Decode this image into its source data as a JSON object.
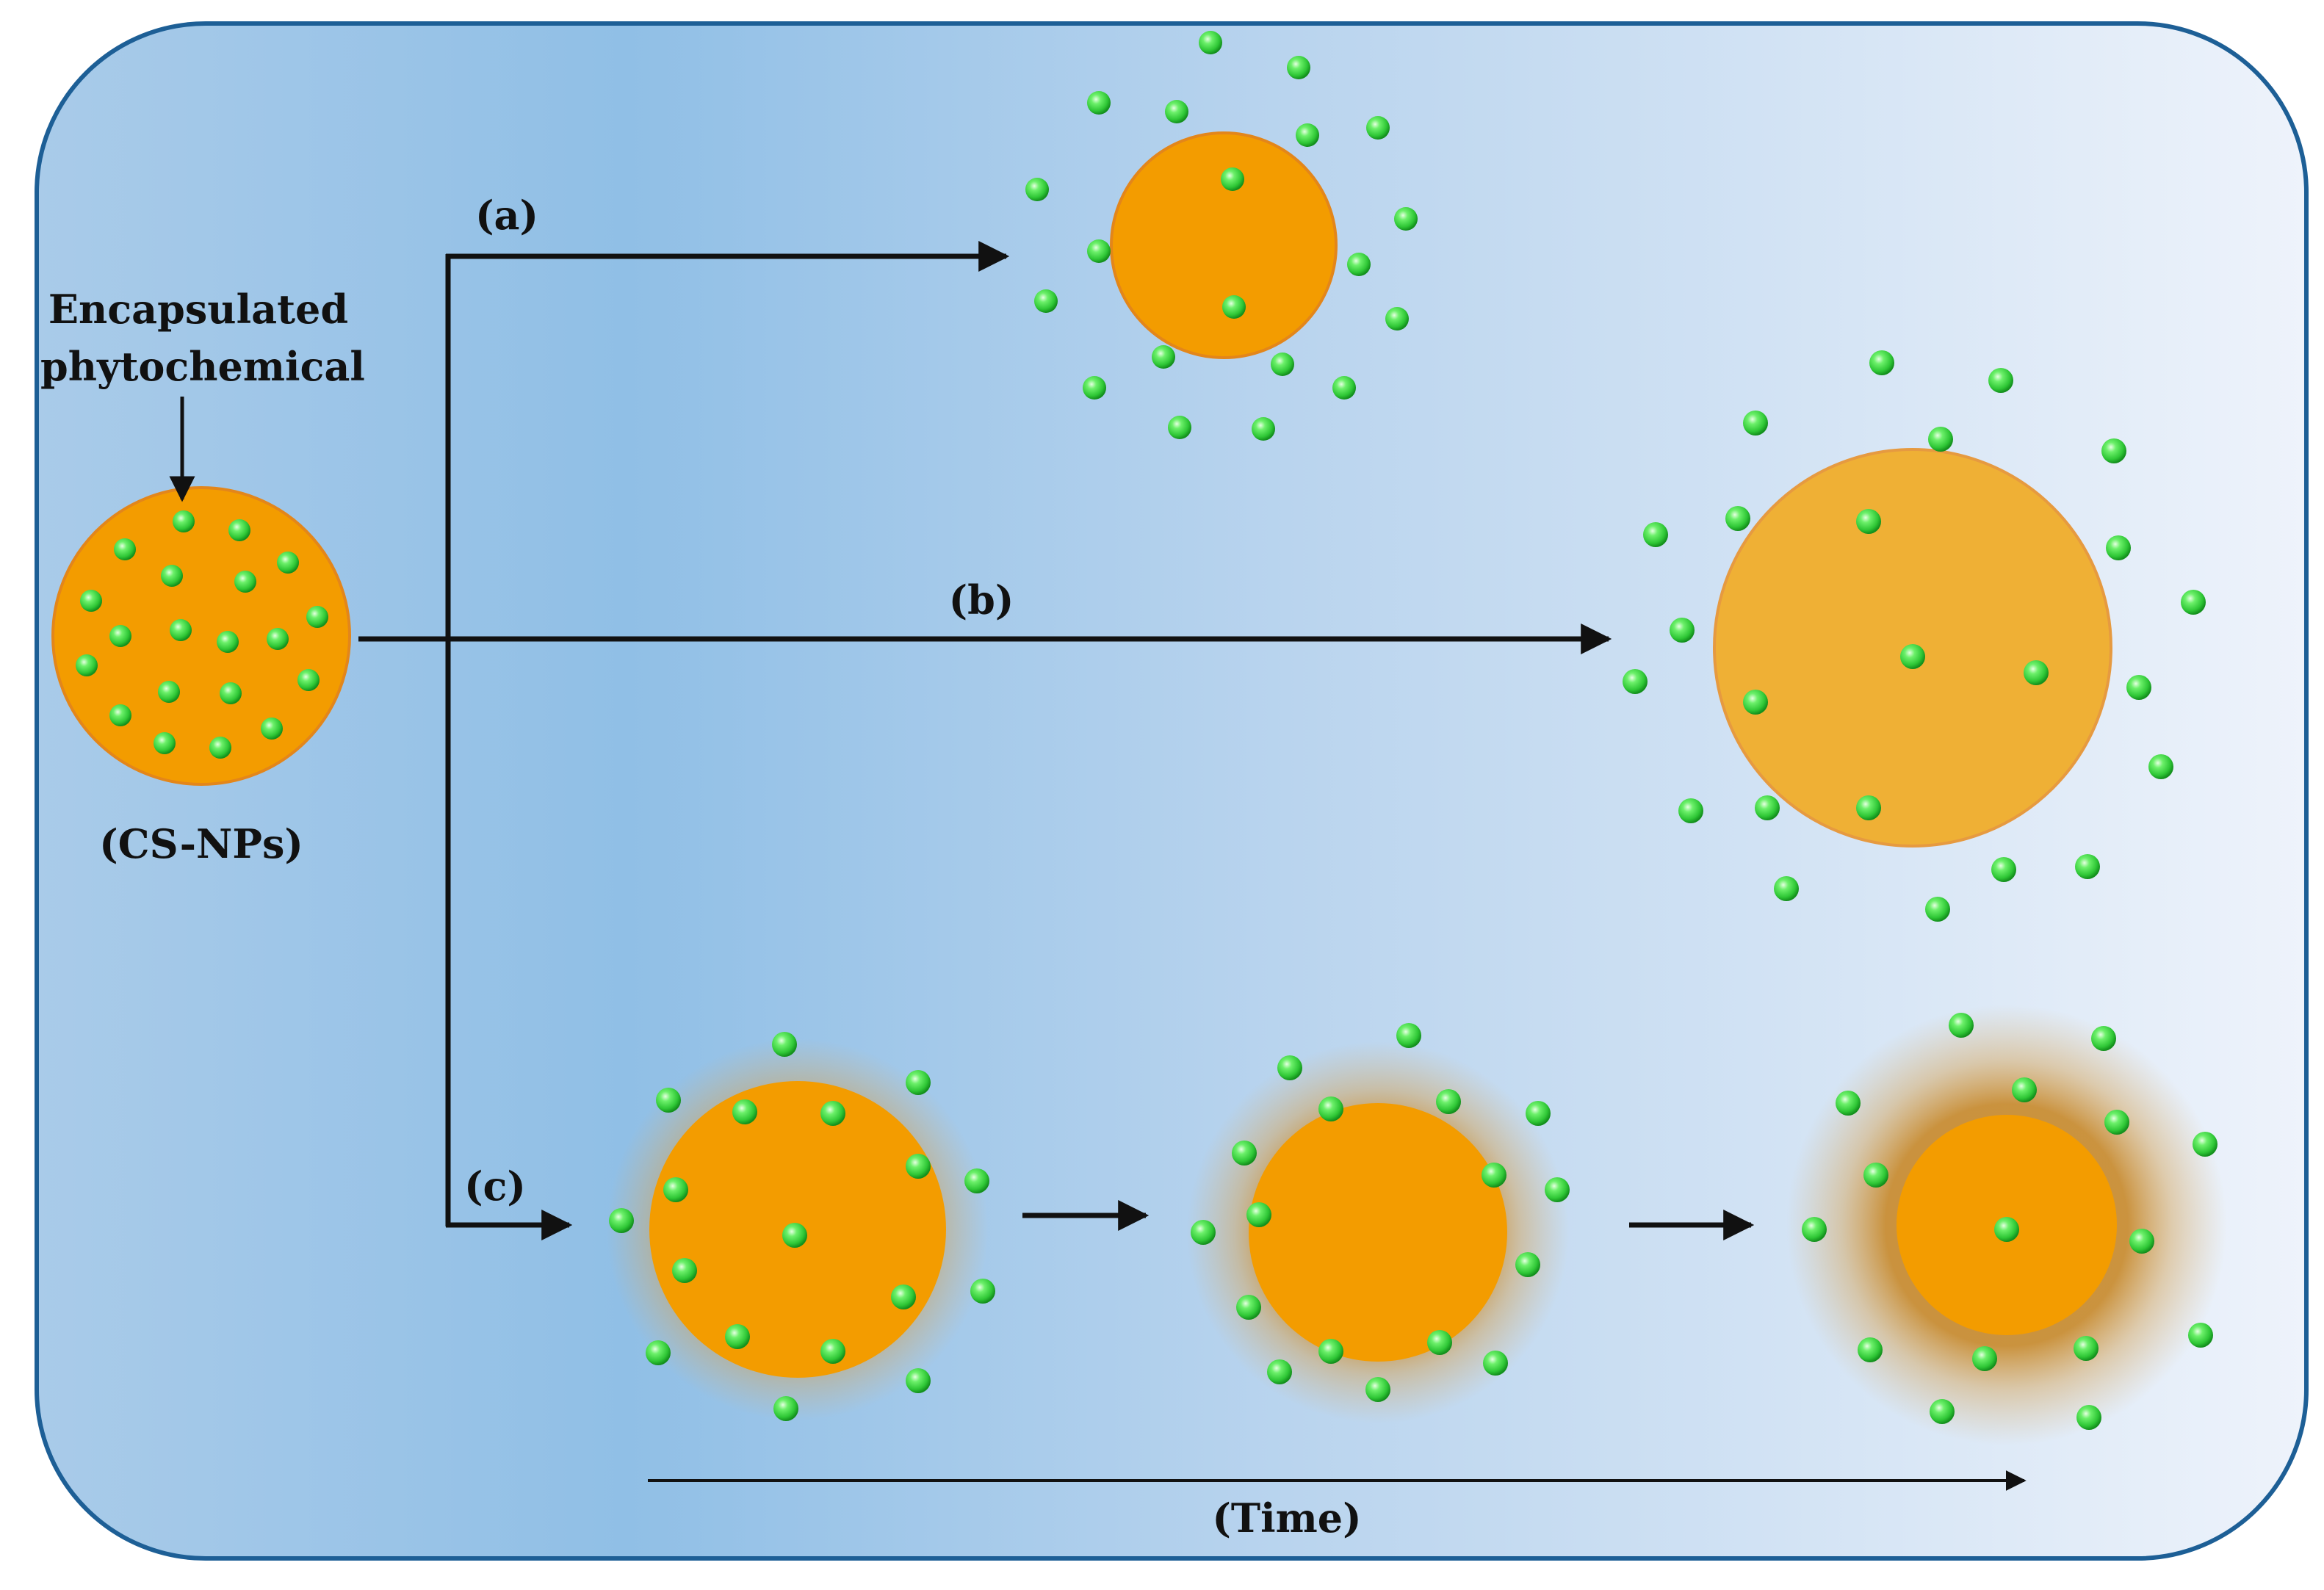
{
  "labels": {
    "encapsulated_line1": "Encapsulated",
    "encapsulated_line2": "phytochemical",
    "cs_nps": "(CS-NPs)",
    "route_a": "(a)",
    "route_b": "(b)",
    "route_c": "(c)",
    "time": "(Time)"
  },
  "colors": {
    "panel_left": "#a9cbe9",
    "panel_mid": "#93c1e6",
    "panel_right": "#edf2fa",
    "panel_border": "#1d5f96",
    "particle_core": "#f39c00",
    "particle_edge": "#e08a1a",
    "swollen_core": "#efb035",
    "halo": "#c88c2a",
    "drug_light": "#b9ffb4",
    "drug_mid": "#3ddc44",
    "drug_dark": "#13a01d",
    "arrow": "#111111"
  },
  "icons": {
    "drug_molecule": "green-sphere-icon",
    "nanoparticle": "orange-sphere-icon"
  }
}
